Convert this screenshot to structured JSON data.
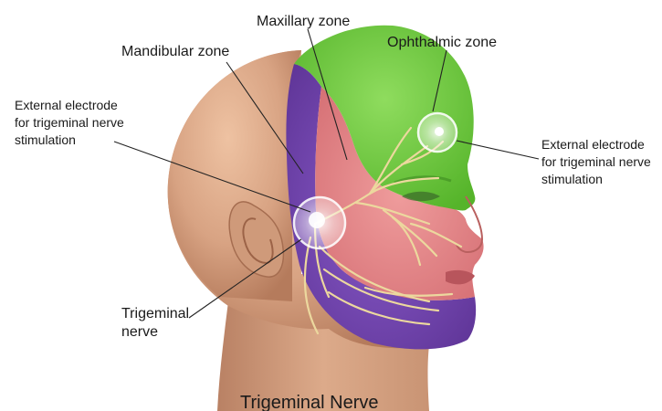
{
  "title": "Trigeminal Nerve",
  "labels": {
    "maxillary": "Maxillary zone",
    "mandibular": "Mandibular zone",
    "ophthalmic": "Ophthalmic zone",
    "electrode_left": [
      "External electrode",
      "for trigeminal nerve",
      "stimulation"
    ],
    "electrode_right": [
      "External electrode",
      "for trigeminal nerve",
      "stimulation"
    ],
    "nerve": [
      "Trigeminal",
      "nerve"
    ]
  },
  "colors": {
    "skin": "#d9a888",
    "ophthalmic_zone": "#6fcb3f",
    "maxillary_zone": "#e58a8a",
    "mandibular_zone": "#7a4bb8",
    "nerve": "#e8d49a",
    "electrode": "#ffffff"
  }
}
